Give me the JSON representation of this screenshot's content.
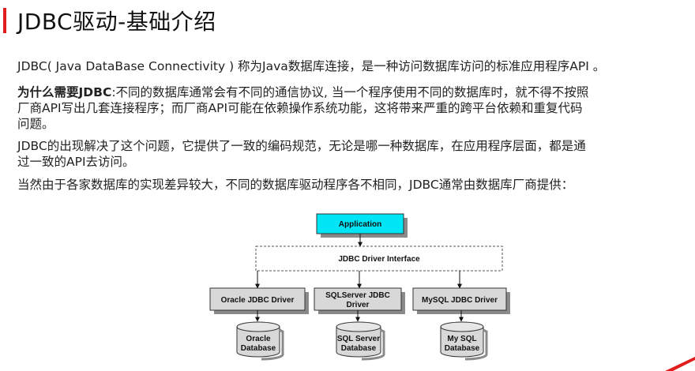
{
  "header": {
    "title": "JDBC驱动-基础介绍"
  },
  "content": {
    "p1": "JDBC( Java DataBase Connectivity ) 称为Java数据库连接，是一种访问数据库访问的标准应用程序API 。",
    "p2_bold": "为什么需要JDBC",
    "p2_line1": ":不同的数据库通常会有不同的通信协议, 当一个程序使用不同的数据库时，就不得不按照",
    "p2_line2": "厂商API写出几套连接程序；而厂商API可能在依赖操作系统功能，这将带来严重的跨平台依赖和重复代码",
    "p2_line3": "问题。",
    "p3_line1": "JDBC的出现解决了这个问题，它提供了一致的编码规范，无论是哪一种数据库，在应用程序层面，都是通",
    "p3_line2": "过一致的API去访问。",
    "p4": "当然由于各家数据库的实现差异较大，不同的数据库驱动程序各不相同，JDBC通常由数据库厂商提供："
  },
  "diagram": {
    "application": "Application",
    "interface": "JDBC Driver Interface",
    "drivers": [
      {
        "lines": [
          "Oracle JDBC Driver"
        ]
      },
      {
        "lines": [
          "SQLServer JDBC",
          "Driver"
        ]
      },
      {
        "lines": [
          "MySQL JDBC Driver"
        ]
      }
    ],
    "databases": [
      {
        "lines": [
          "Oracle",
          "Database"
        ]
      },
      {
        "lines": [
          "SQL Server",
          "Database"
        ]
      },
      {
        "lines": [
          "My SQL",
          "Database"
        ]
      }
    ],
    "colors": {
      "application_fill": "#00e5f5",
      "driver_fill": "#d8d8d8",
      "shadow": "#8a8a8a",
      "accent": "#e01e1e"
    }
  }
}
